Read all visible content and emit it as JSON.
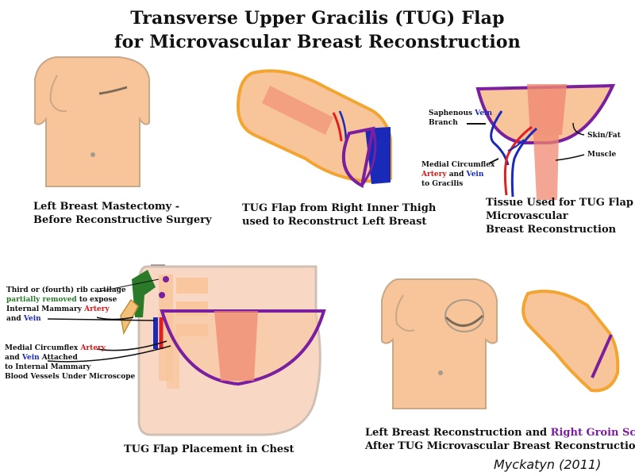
{
  "title": {
    "line1": "Transverse Upper Gracilis (TUG) Flap",
    "line2": "for Microvascular Breast Reconstruction"
  },
  "panels": {
    "mastectomy": {
      "line1": "Left Breast Mastectomy -",
      "line2": "Before Reconstructive Surgery"
    },
    "thigh": {
      "line1": "TUG Flap from Right Inner Thigh",
      "line2": "used to Reconstruct Left Breast"
    },
    "tissue": {
      "line1": "Tissue Used for TUG Flap",
      "line2": "Microvascular",
      "line3": "Breast Reconstruction",
      "saphenous_a": "Saphenous ",
      "saphenous_vein": "Vein",
      "saphenous_b": "Branch",
      "skin_fat": "Skin/Fat",
      "muscle": "Muscle",
      "circ_a": "Medial Circumflex",
      "circ_artery": "Artery",
      "circ_and": " and ",
      "circ_vein": "Vein",
      "circ_b": "to Gracilis"
    },
    "chest": {
      "caption": "TUG Flap Placement in Chest",
      "rib_1": "Third or (fourth) rib cartilage",
      "rib_2a": "partially removed",
      "rib_2b": " to expose",
      "rib_3a": "Internal Mammary ",
      "rib_3b": "Artery",
      "rib_4a": "and ",
      "rib_4b": "Vein",
      "mc_1a": "Medial Circumflex ",
      "mc_1b": "Artery",
      "mc_2a": "and ",
      "mc_2b": "Vein",
      "mc_2c": " Attached",
      "mc_3": "to Internal Mammary",
      "mc_4": "Blood Vessels Under Microscope"
    },
    "result": {
      "line1a": "Left Breast Reconstruction and ",
      "line1b": "Right Groin Scar",
      "line2": "After TUG Microvascular Breast Reconstruction"
    }
  },
  "signature": "Myckatyn (2011)",
  "colors": {
    "skin": "#f8c49a",
    "outline": "#f2a530",
    "muscle": "#f08870",
    "artery": "#e02020",
    "vein": "#1a2ab8",
    "flap_outline": "#7a1fa0"
  }
}
